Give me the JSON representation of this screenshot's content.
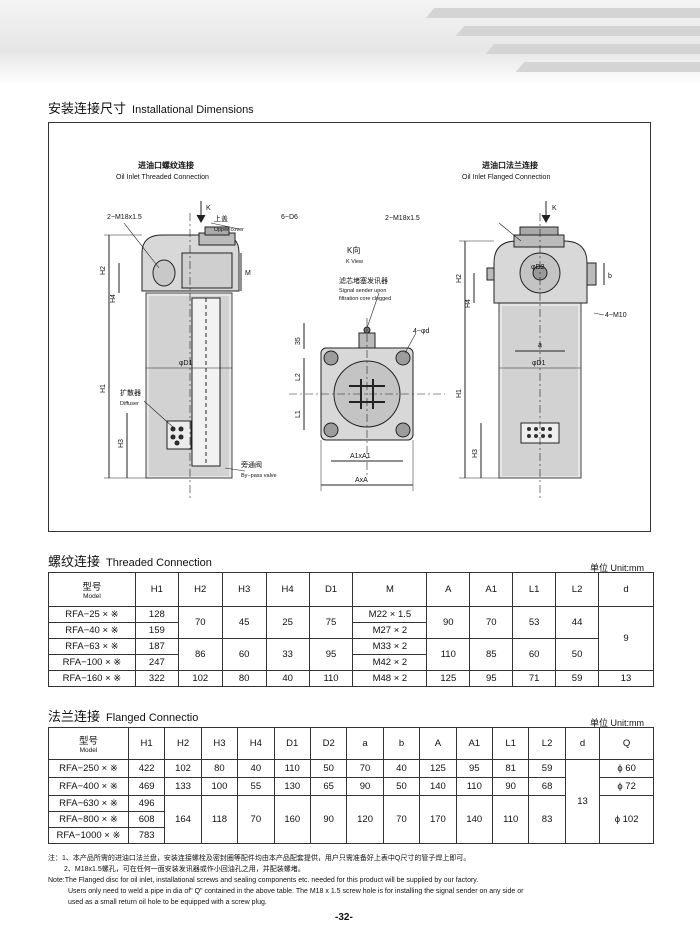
{
  "header": {
    "title_cn": "安装连接尺寸",
    "title_en": "Installational Dimensions"
  },
  "drawing": {
    "left": {
      "title_cn": "进油口螺纹连接",
      "title_en": "Oil Inlet Threaded Connection",
      "thread": "2−M18x1.5",
      "cover_cn": "上盖",
      "cover_en": "Upper cover",
      "diffuser_cn": "扩散器",
      "diffuser_en": "Diffuser",
      "bypass_cn": "旁通阀",
      "bypass_en": "By−pass valve",
      "k": "K",
      "h1": "H1",
      "h2": "H2",
      "h3": "H3",
      "h4": "H4",
      "m": "M",
      "d1": "φD1"
    },
    "middle": {
      "holes": "6−D6",
      "kview_cn": "K向",
      "kview_en": "K View",
      "sender_cn": "滤芯堵塞发讯器",
      "sender_en1": "Signal sender upon",
      "sender_en2": "filtration core clogged",
      "holes4": "4−φd",
      "dim35": "35",
      "l1": "L1",
      "l2": "L2",
      "a1": "A1xA1",
      "a": "AxA"
    },
    "right": {
      "title_cn": "进油口法兰连接",
      "title_en": "Oil Inlet Flanged Connection",
      "thread": "2−M18x1.5",
      "k": "K",
      "d2": "φD2",
      "b": "b",
      "m10": "4−M10",
      "a": "a",
      "d1": "φD1",
      "h1": "H1",
      "h2": "H2",
      "h3": "H3",
      "h4": "H4"
    }
  },
  "threaded": {
    "title_cn": "螺纹连接",
    "title_en": "Threaded Connection",
    "unit": "单位 Unit:mm",
    "model_cn": "型号",
    "model_en": "Model",
    "headers": [
      "H1",
      "H2",
      "H3",
      "H4",
      "D1",
      "M",
      "A",
      "A1",
      "L1",
      "L2",
      "d"
    ],
    "models": [
      "RFA−25 × ※",
      "RFA−40 × ※",
      "RFA−63 × ※",
      "RFA−100 × ※",
      "RFA−160 × ※"
    ],
    "h1": [
      "128",
      "159",
      "187",
      "247",
      "322"
    ],
    "m": [
      "M22 × 1.5",
      "M27 × 2",
      "M33 × 2",
      "M42 × 2",
      "M48 × 2"
    ],
    "g1": [
      "70",
      "45",
      "25",
      "75",
      "90",
      "70",
      "53",
      "44"
    ],
    "g2": [
      "86",
      "60",
      "33",
      "95",
      "110",
      "85",
      "60",
      "50"
    ],
    "r5": [
      "102",
      "80",
      "40",
      "110",
      "125",
      "95",
      "71",
      "59",
      "13"
    ],
    "d_g": "9"
  },
  "flanged": {
    "title_cn": "法兰连接",
    "title_en": "Flanged Connectio",
    "unit": "单位 Unit:mm",
    "model_cn": "型号",
    "model_en": "Model",
    "headers": [
      "H1",
      "H2",
      "H3",
      "H4",
      "D1",
      "D2",
      "a",
      "b",
      "A",
      "A1",
      "L1",
      "L2",
      "d",
      "Q"
    ],
    "models": [
      "RFA−250 × ※",
      "RFA−400 × ※",
      "RFA−630 × ※",
      "RFA−800 × ※",
      "RFA−1000 × ※"
    ],
    "h1": [
      "422",
      "469",
      "496",
      "608",
      "783"
    ],
    "r1": [
      "102",
      "80",
      "40",
      "110",
      "50",
      "70",
      "40",
      "125",
      "95",
      "81",
      "59"
    ],
    "r2": [
      "133",
      "100",
      "55",
      "130",
      "65",
      "90",
      "50",
      "140",
      "110",
      "90",
      "68"
    ],
    "g3": [
      "164",
      "118",
      "70",
      "160",
      "90",
      "120",
      "70",
      "170",
      "140",
      "110",
      "83"
    ],
    "d_all": "13",
    "q": [
      "ϕ 60",
      "ϕ 72",
      "ϕ 102"
    ]
  },
  "notes": {
    "cn1": "注：1、本产品所需的进油口法兰盘，安装连接螺栓及密封圈等配件均由本产品配套提供，用户只需准备好上表中Q尺寸的管子焊上即可。",
    "cn2": "2、M18x1.5螺孔，可在任何一面安装发讯器或作小回油孔之用，并配装螺堵。",
    "en1": "Note:The Flanged disc for oil inlet, installational screws and sealing components etc. needed for this product will be supplied by our factory.",
    "en2": "Users only need to weld a pipe in dia of\" Q\" contained in the above table. The M18 x 1.5 screw hole is for installing the signal sender on any side or",
    "en3": "used as a small return oil hole to be equipped with a screw plug."
  },
  "page": "-32-"
}
